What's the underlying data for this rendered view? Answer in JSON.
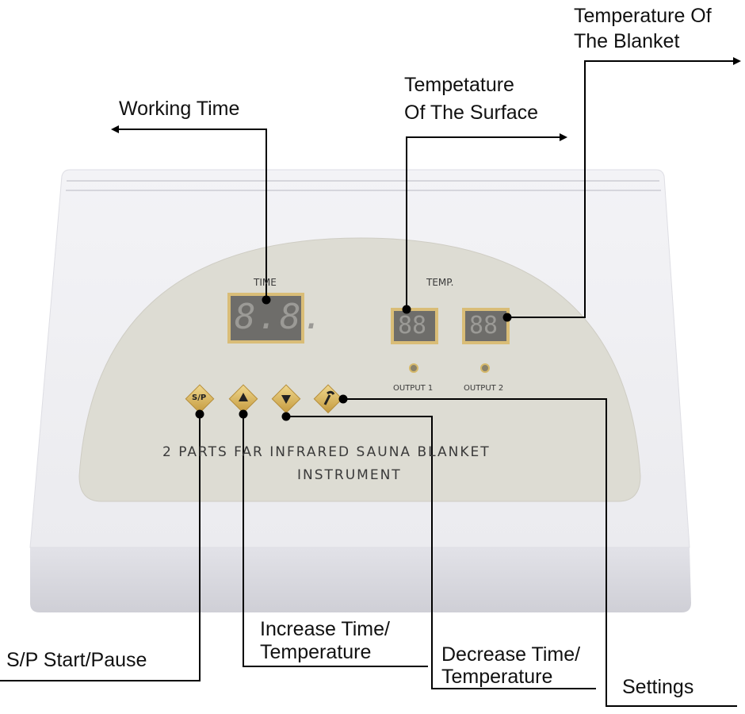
{
  "labels": {
    "working_time": "Working Time",
    "surface_line1": "Tempetature",
    "surface_line2": "Of The Surface",
    "blanket_line1": "Temperature Of",
    "blanket_line2": "The Blanket",
    "start_pause": "S/P Start/Pause",
    "increase_line1": "Increase Time/",
    "increase_line2": "Temperature",
    "decrease_line1": "Decrease Time/",
    "decrease_line2": "Temperature",
    "settings": "Settings"
  },
  "panel": {
    "time_label": "TIME",
    "temp_label": "TEMP.",
    "output1": "OUTPUT 1",
    "output2": "OUTPUT 2",
    "title_line1": "2 PARTS FAR INFRARED SAUNA BLANKET",
    "title_line2": "INSTRUMENT",
    "sp_button": "S/P",
    "display_time": "8.8.",
    "display_temp1": "88",
    "display_temp2": "88"
  },
  "colors": {
    "panel": "#dddcd3",
    "button_gold": "#d9b866",
    "display_bg": "#6e6d6a",
    "line": "#000000"
  }
}
